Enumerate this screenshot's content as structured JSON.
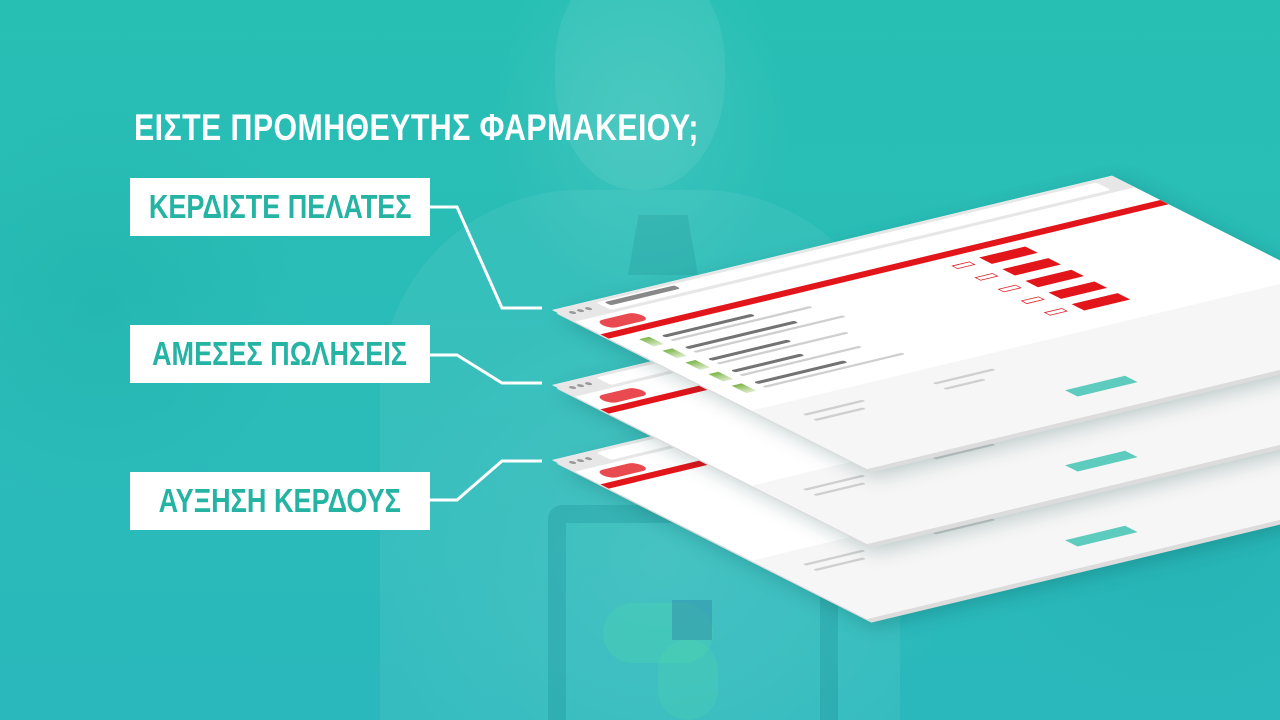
{
  "headline": "ΕΙΣΤΕ ΠΡΟΜΗΘΕΥΤΗΣ ΦΑΡΜΑΚΕΙΟΥ;",
  "benefits": [
    {
      "label": "ΚΕΡΔΙΣΤΕ ΠΕΛΑΤΕΣ"
    },
    {
      "label": "ΑΜΕΣΕΣ ΠΩΛΗΣΕΙΣ"
    },
    {
      "label": "ΑΥΞΗΣΗ ΚΕΡΔΟΥΣ"
    }
  ],
  "colors": {
    "background": "#2bbdb6",
    "accent_teal": "#25b3a4",
    "brand_red": "#e2151b",
    "white": "#ffffff"
  },
  "mockups": [
    {
      "type": "product-list-page"
    },
    {
      "type": "product-detail-page"
    },
    {
      "type": "home-promo-page"
    }
  ]
}
